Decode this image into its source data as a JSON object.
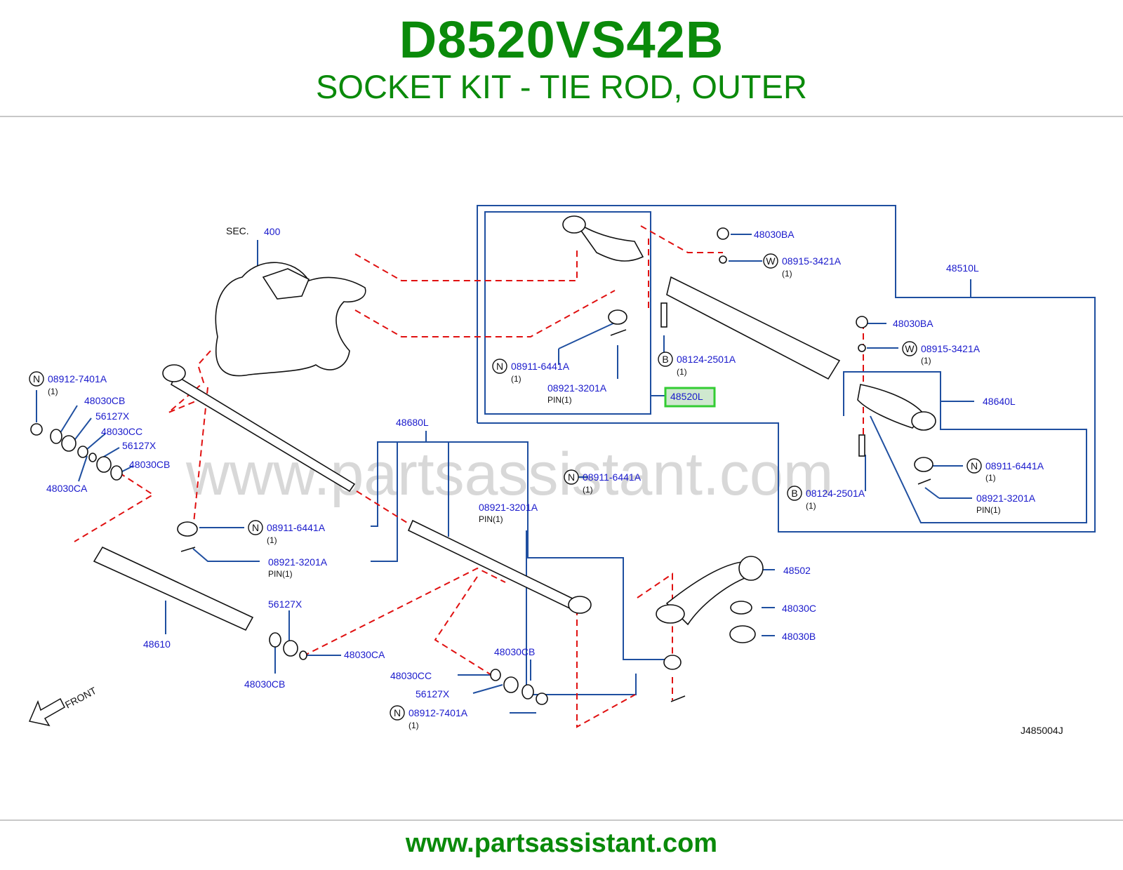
{
  "header": {
    "code": "D8520VS42B",
    "title": "SOCKET KIT - TIE ROD, OUTER"
  },
  "footer": {
    "url": "www.partsassistant.com"
  },
  "watermark": "www.partsassistant.com",
  "diagram": {
    "sec": {
      "label": "SEC.",
      "number": "400"
    },
    "parts": {
      "p48510L": "48510L",
      "p48520L": "48520L",
      "p48640L": "48640L",
      "p48680L": "48680L",
      "p48610": "48610",
      "p48502": "48502",
      "p48030BA_1": "48030BA",
      "p48030BA_2": "48030BA",
      "p48030CB_1": "48030CB",
      "p48030CB_2": "48030CB",
      "p48030CB_3": "48030CB",
      "p48030CB_4": "48030CB",
      "p48030CC_1": "48030CC",
      "p48030CC_2": "48030CC",
      "p48030CA_1": "48030CA",
      "p48030CA_2": "48030CA",
      "p48030C": "48030C",
      "p48030B": "48030B",
      "p56127X_1": "56127X",
      "p56127X_2": "56127X",
      "p56127X_3": "56127X",
      "p56127X_4": "56127X",
      "nut_a1": "08911-6441A",
      "nut_a2": "08911-6441A",
      "nut_a3": "08911-6441A",
      "nut_a4": "08911-6441A",
      "pin_1": "08921-3201A",
      "pin_2": "08921-3201A",
      "pin_3": "08921-3201A",
      "pin_4": "08921-3201A",
      "bolt_1": "08124-2501A",
      "bolt_2": "08124-2501A",
      "washer_1": "08915-3421A",
      "washer_2": "08915-3421A",
      "nut_b1": "08912-7401A",
      "nut_b2": "08912-7401A"
    },
    "prefixes": {
      "N": "N",
      "W": "W",
      "B": "B"
    },
    "qty": "(1)",
    "pin_qty": "PIN(1)",
    "front_label": "FRONT",
    "code": "J485004J",
    "colors": {
      "accent_green": "#0a8a0a",
      "link_blue": "#1a1acc",
      "leader_blue": "#1f4fa0",
      "dash_red": "#e01010",
      "highlight": "#33cc33"
    }
  }
}
